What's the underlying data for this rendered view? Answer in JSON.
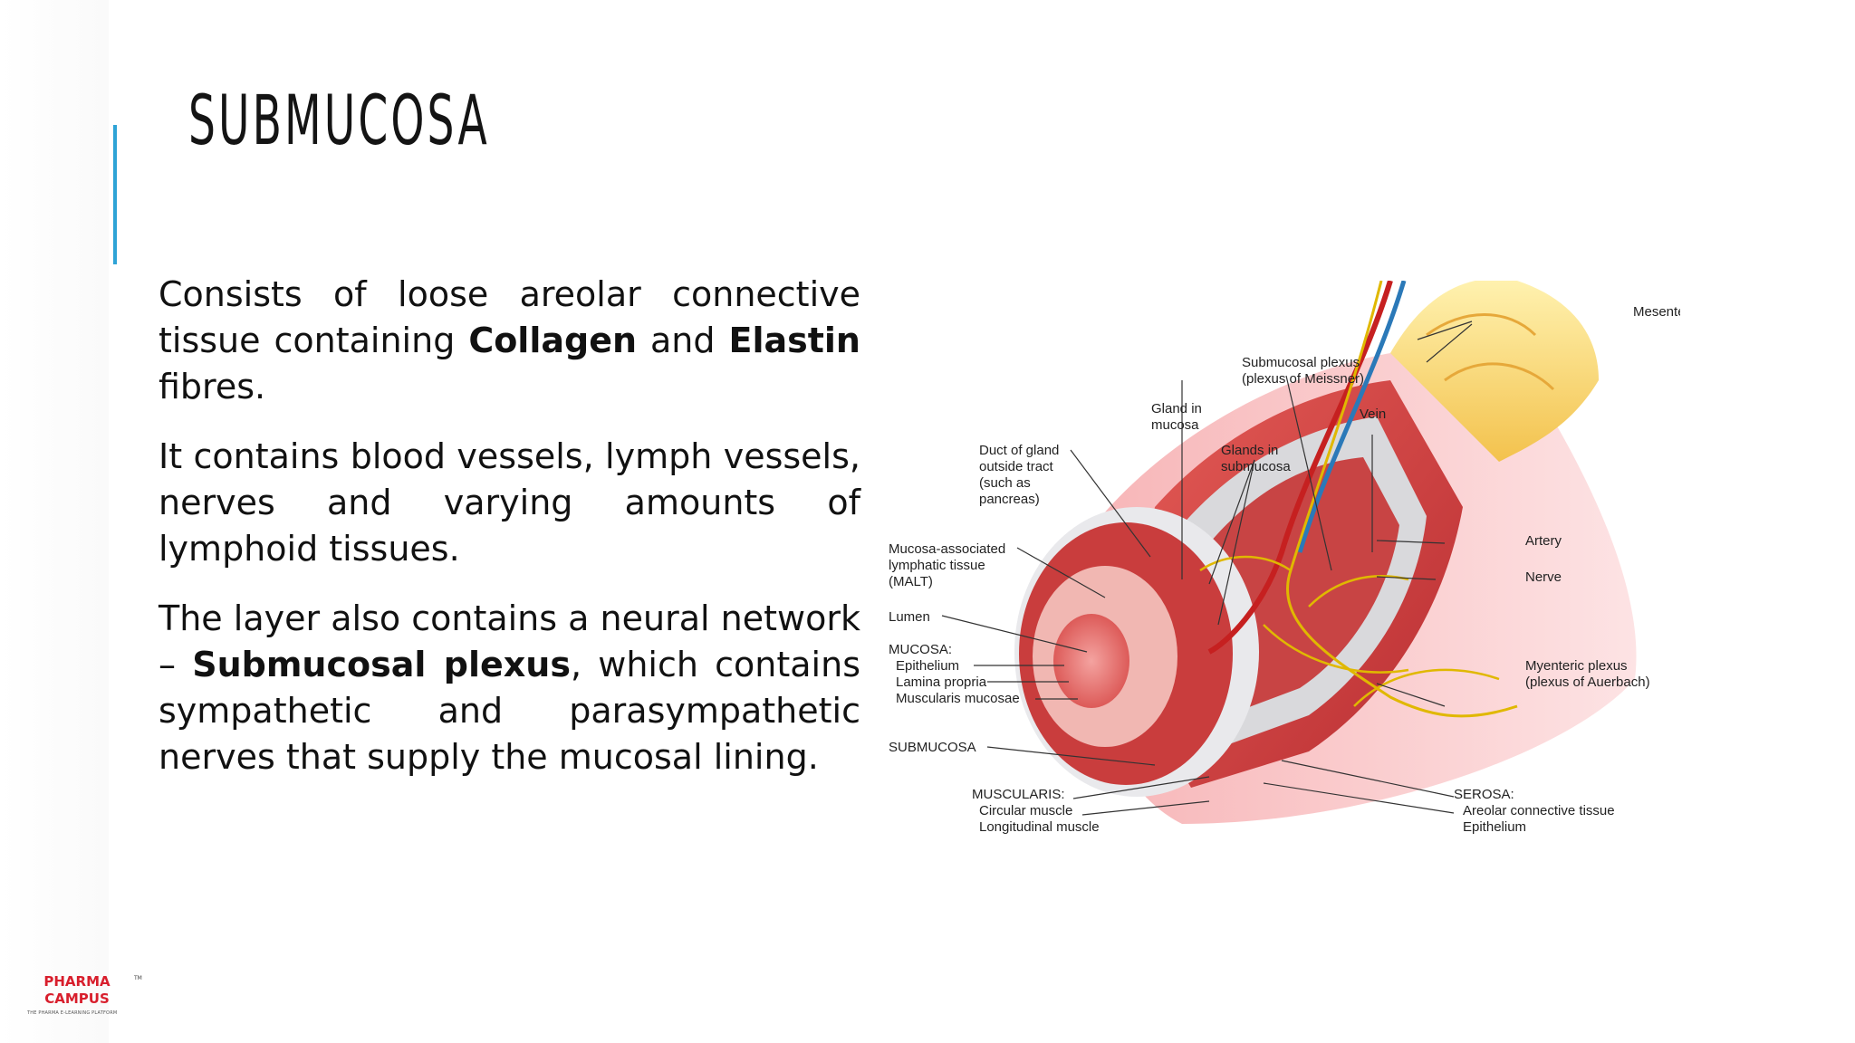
{
  "slide": {
    "title": "SUBMUCOSA",
    "paragraphs": [
      {
        "parts": [
          {
            "text": "Consists of loose areolar connective tissue containing ",
            "bold": false
          },
          {
            "text": "Collagen",
            "bold": true
          },
          {
            "text": " and ",
            "bold": false
          },
          {
            "text": "Elastin",
            "bold": true
          },
          {
            "text": " fibres.",
            "bold": false
          }
        ]
      },
      {
        "parts": [
          {
            "text": "It contains blood vessels, lymph vessels, nerves and varying amounts of lymphoid tissues.",
            "bold": false
          }
        ]
      },
      {
        "parts": [
          {
            "text": "The layer also contains a neural network – ",
            "bold": false
          },
          {
            "text": "Submucosal plexus",
            "bold": true
          },
          {
            "text": ", which contains sympathetic and parasympathetic nerves that supply the mucosal lining.",
            "bold": false
          }
        ]
      }
    ],
    "accent_color": "#2ea3d6"
  },
  "diagram": {
    "labels": {
      "mesentery": "Mesentery",
      "submucosal_plexus_1": "Submucosal plexus",
      "submucosal_plexus_2": "(plexus of Meissner)",
      "gland_in_mucosa_1": "Gland in",
      "gland_in_mucosa_2": "mucosa",
      "vein": "Vein",
      "duct_1": "Duct of gland",
      "duct_2": "outside tract",
      "duct_3": "(such as",
      "duct_4": "pancreas)",
      "glands_sub_1": "Glands in",
      "glands_sub_2": "submucosa",
      "malt_1": "Mucosa-associated",
      "malt_2": "lymphatic tissue",
      "malt_3": "(MALT)",
      "artery": "Artery",
      "nerve": "Nerve",
      "lumen": "Lumen",
      "mucosa": "MUCOSA:",
      "epithelium": "Epithelium",
      "lamina_propria": "Lamina propria",
      "muscularis_mucosae": "Muscularis mucosae",
      "myenteric_1": "Myenteric plexus",
      "myenteric_2": "(plexus of Auerbach)",
      "submucosa": "SUBMUCOSA",
      "muscularis": "MUSCULARIS:",
      "circular": "Circular muscle",
      "longitudinal": "Longitudinal muscle",
      "serosa": "SEROSA:",
      "areolar": "Areolar connective tissue",
      "serosa_epithelium": "Epithelium"
    }
  },
  "logo": {
    "line1": "PHARMA",
    "line2": "CAMPUS",
    "tm": "TM",
    "tagline": "THE PHARMA E-LEARNING PLATFORM",
    "color": "#d81e2c"
  }
}
